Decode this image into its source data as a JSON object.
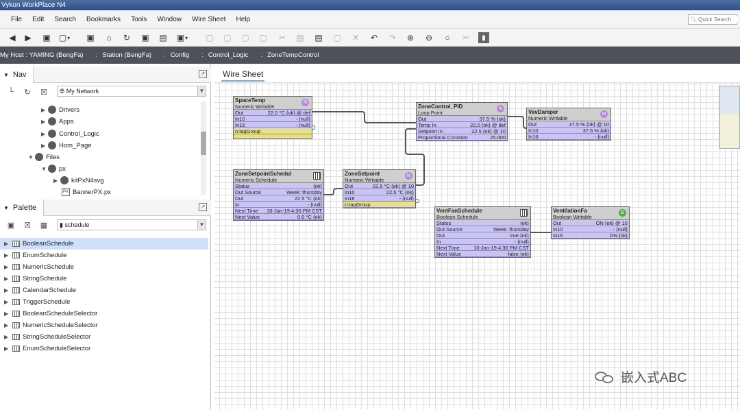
{
  "window": {
    "title": "Vykon WorkPlace N4"
  },
  "menu": [
    "File",
    "Edit",
    "Search",
    "Bookmarks",
    "Tools",
    "Window",
    "Wire Sheet",
    "Help"
  ],
  "quick_search": {
    "placeholder": "Quick Search"
  },
  "toolbar": {
    "icons": [
      "back-icon",
      "forward-icon",
      "folder-icon",
      "view-icon",
      "open-folder-icon",
      "home-icon",
      "refresh-icon",
      "stop-icon",
      "open-icon",
      "save-icon",
      "save-all-icon",
      "print-icon",
      "cut-icon",
      "copy-icon",
      "paste-icon",
      "delete-icon",
      "undo-icon",
      "redo-icon",
      "zoom-in-icon",
      "zoom-out-icon",
      "zoom-icon",
      "scissors-icon",
      "pin-icon"
    ]
  },
  "locator": [
    "My Host : YAMING (BengFa)",
    "Station (BengFa)",
    "Config",
    "Control_Logic",
    "ZoneTempControl"
  ],
  "nav": {
    "title": "Nav",
    "network": "My Network",
    "tree": [
      {
        "label": "Drivers",
        "indent": 1,
        "expand": "▶",
        "type": "node"
      },
      {
        "label": "Apps",
        "indent": 1,
        "expand": "▶",
        "type": "node"
      },
      {
        "label": "Control_Logic",
        "indent": 1,
        "expand": "▶",
        "type": "node"
      },
      {
        "label": "Hom_Page",
        "indent": 1,
        "expand": "▶",
        "type": "node"
      },
      {
        "label": "Files",
        "indent": 0,
        "expand": "▼",
        "type": "node"
      },
      {
        "label": "px",
        "indent": 1,
        "expand": "▼",
        "type": "node"
      },
      {
        "label": "kitPxN4svg",
        "indent": 2,
        "expand": "▶",
        "type": "node"
      },
      {
        "label": "BannerPX.px",
        "indent": 2,
        "expand": "",
        "type": "file"
      }
    ]
  },
  "palette": {
    "title": "Palette",
    "module": "schedule",
    "items": [
      "BooleanSchedule",
      "EnumSchedule",
      "NumericSchedule",
      "StringSchedule",
      "CalendarSchedule",
      "TriggerSchedule",
      "BooleanScheduleSelector",
      "NumericScheduleSelector",
      "StringScheduleSelector",
      "EnumScheduleSelector"
    ],
    "selected_index": 0
  },
  "wiresheet": {
    "tab": "Wire Sheet",
    "blocks": [
      {
        "id": "space-temp",
        "title": "SpaceTemp",
        "type": "Numeric Writable",
        "badge": "N",
        "slots": [
          [
            "Out",
            "22.0 °C {ok} @ def"
          ],
          [
            "In10",
            "- {null}"
          ],
          [
            "In16",
            "- {null}"
          ],
          [
            "n:tagGroup",
            ""
          ]
        ]
      },
      {
        "id": "zone-control-pid",
        "title": "ZoneControl_PID",
        "type": "Loop Point",
        "badge": "N",
        "slots": [
          [
            "Out",
            "37.5 % {ok}"
          ],
          [
            "Temp In",
            "22.0 {ok} @ def"
          ],
          [
            "Setpoint In",
            "22.5 {ok} @ 10"
          ],
          [
            "Proportional Constant",
            "25.000"
          ]
        ]
      },
      {
        "id": "vav-damper",
        "title": "VavDamper",
        "type": "Numeric Writable",
        "badge": "N",
        "slots": [
          [
            "Out",
            "37.5 % {ok} @ 10"
          ],
          [
            "In10",
            "37.5 % {ok}"
          ],
          [
            "In16",
            "- {null}"
          ]
        ]
      },
      {
        "id": "zone-setpoint-schedule",
        "title": "ZoneSetpointSchedul",
        "type": "Numeric Schedule",
        "badge": "cal",
        "slots": [
          [
            "Status",
            "{ok}"
          ],
          [
            "Out Source",
            "Week: thursday"
          ],
          [
            "Out",
            "22.5 °C {ok}"
          ],
          [
            "In",
            "- {null}"
          ],
          [
            "Next Time",
            "10-Jan-19 4:30 PM CST"
          ],
          [
            "Next Value",
            "0.0 °C {ok}"
          ]
        ]
      },
      {
        "id": "zone-setpoint",
        "title": "ZoneSetpoint",
        "type": "Numeric Writable",
        "badge": "N",
        "slots": [
          [
            "Out",
            "22.5 °C {ok} @ 10"
          ],
          [
            "In10",
            "22.5 °C {ok}"
          ],
          [
            "In16",
            "- {null}"
          ],
          [
            "n:tagGroup",
            ""
          ]
        ]
      },
      {
        "id": "vent-fan-schedule",
        "title": "VentFanSchedule",
        "type": "Boolean Schedule",
        "badge": "cal",
        "slots": [
          [
            "Status",
            "{ok}"
          ],
          [
            "Out Source",
            "Week: thursday"
          ],
          [
            "Out",
            "true {ok}"
          ],
          [
            "In",
            "- {null}"
          ],
          [
            "Next Time",
            "10-Jan-19 4:30 PM CST"
          ],
          [
            "Next Value",
            "false {ok}"
          ]
        ]
      },
      {
        "id": "ventilation-fan",
        "title": "VentilationFa",
        "type": "Boolean Writable",
        "badge": "B",
        "slots": [
          [
            "Out",
            "ON {ok} @ 16"
          ],
          [
            "In10",
            "- {null}"
          ],
          [
            "In16",
            "ON {ok}"
          ]
        ]
      }
    ]
  },
  "watermark": {
    "text": "嵌入式ABC"
  }
}
